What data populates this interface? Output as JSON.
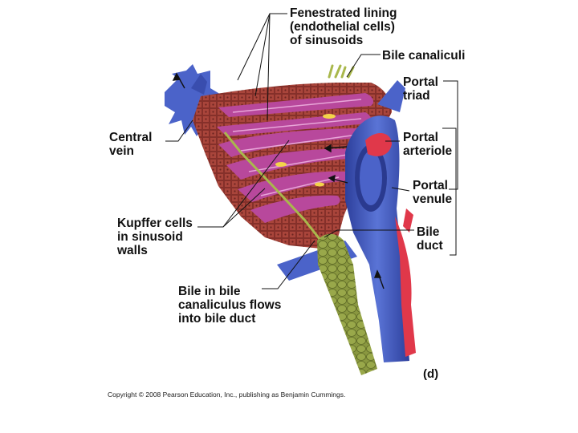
{
  "colors": {
    "hepatocyte": "#a9453b",
    "hepatocyte_dark": "#7c2a25",
    "sinusoid": "#b8489c",
    "vein_blue": "#4b63c9",
    "vein_dark": "#2d3f9c",
    "artery_red": "#e0384a",
    "bile_duct": "#7d8a36",
    "bile_light": "#c3cf5a",
    "label_line": "#111111"
  },
  "labels": {
    "fenestrated": [
      "Fenestrated lining",
      "(endothelial cells)",
      "of sinusoids"
    ],
    "bile_canaliculi": [
      "Bile canaliculi"
    ],
    "portal_triad": [
      "Portal",
      "triad"
    ],
    "central_vein": [
      "Central",
      "vein"
    ],
    "portal_arteriole": [
      "Portal",
      "arteriole"
    ],
    "portal_venule": [
      "Portal",
      "venule"
    ],
    "kupffer": [
      "Kupffer cells",
      "in sinusoid",
      "walls"
    ],
    "bile_duct": [
      "Bile",
      "duct"
    ],
    "bile_flow": [
      "Bile in bile",
      "canaliculus flows",
      "into bile duct"
    ]
  },
  "panel_letter": "(d)",
  "copyright": "Copyright © 2008 Pearson Education, Inc., publishing as Benjamin Cummings."
}
